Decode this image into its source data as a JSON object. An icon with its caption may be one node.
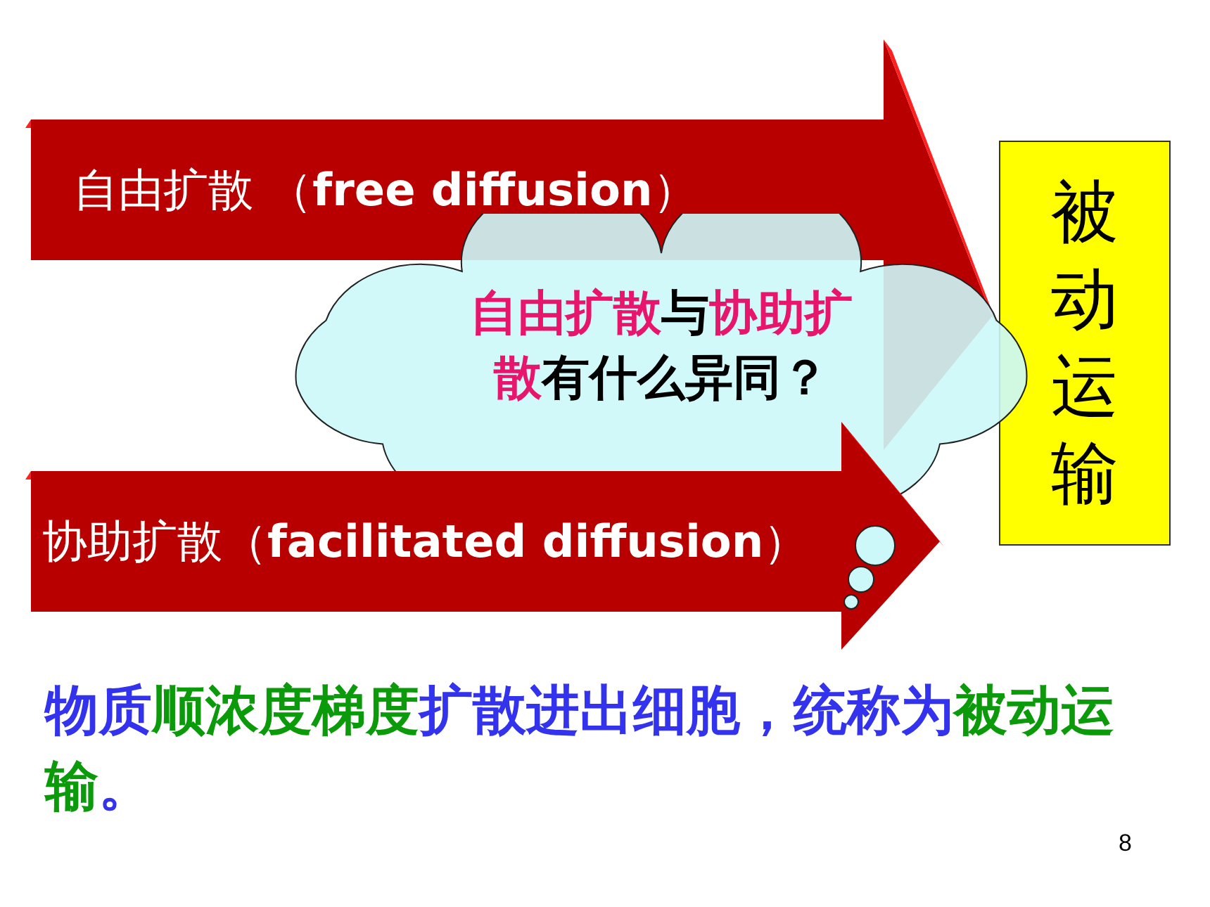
{
  "diagram": {
    "nodes": [
      {
        "text": [
          "自由扩散 （**free diffusion**）"
        ]
      },
      {
        "text": [
          "协助扩散（**facilitated diffusion**）"
        ]
      },
      {
        "text": [
          "被动运输"
        ]
      },
      {
        "text": [
          "自由扩散与协助扩散有什么异同？"
        ]
      }
    ],
    "labels": [
      "物质顺浓度梯度扩散进出细胞，统称为被动运输。",
      "8"
    ]
  }
}
